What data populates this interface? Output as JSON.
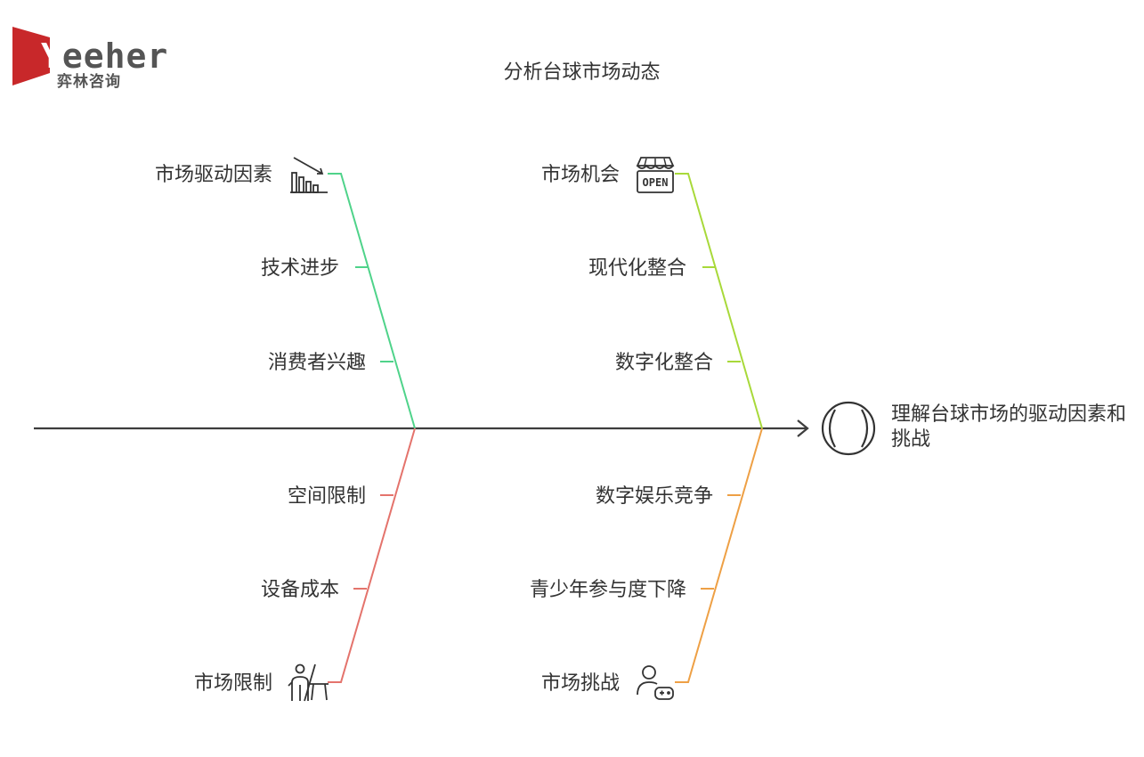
{
  "logo": {
    "brand_y": "Y",
    "brand_rest": "eeher",
    "subtitle": "弈林咨询"
  },
  "title": "分析台球市场动态",
  "head": {
    "label": "理解台球市场的驱动因素和挑战",
    "icon": "billiard-ball-icon"
  },
  "colors": {
    "spine": "#3d3d3d",
    "drivers": "#4fd38a",
    "opportunities": "#a8d93a",
    "limits": "#e4736c",
    "challenges": "#eea045"
  },
  "branches": {
    "drivers": {
      "category": "市场驱动因素",
      "icon": "declining-bar-chart-icon",
      "items": [
        "技术进步",
        "消费者兴趣"
      ]
    },
    "opportunities": {
      "category": "市场机会",
      "icon": "open-shop-icon",
      "items": [
        "现代化整合",
        "数字化整合"
      ]
    },
    "limits": {
      "category": "市场限制",
      "icon": "billiards-player-icon",
      "items": [
        "空间限制",
        "设备成本"
      ]
    },
    "challenges": {
      "category": "市场挑战",
      "icon": "gamer-controller-icon",
      "items": [
        "数字娱乐竞争",
        "青少年参与度下降"
      ]
    }
  }
}
